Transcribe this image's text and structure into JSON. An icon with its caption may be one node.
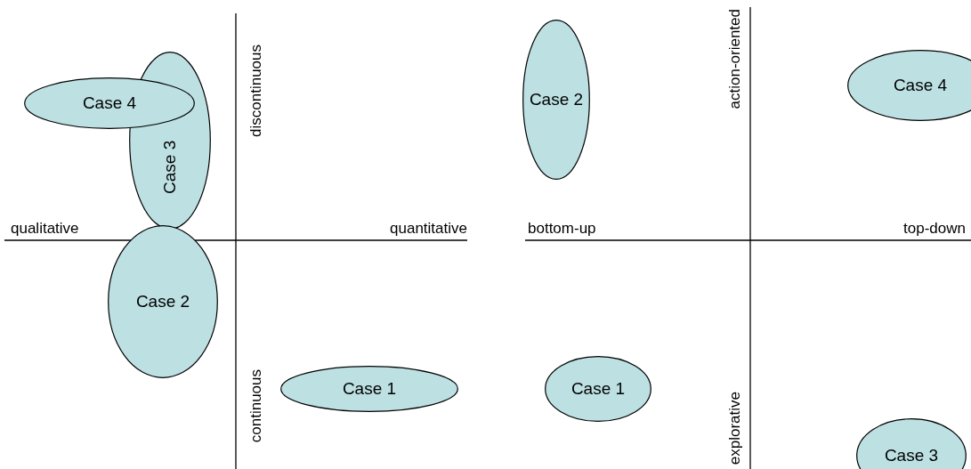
{
  "diagram": {
    "nodes": [
      {
        "text": [
          "Case 4"
        ]
      },
      {
        "text": [
          "Case 3"
        ]
      },
      {
        "text": [
          "Case 2"
        ]
      },
      {
        "text": [
          "Case 1"
        ]
      },
      {
        "text": [
          "Case 2"
        ]
      },
      {
        "text": [
          "Case 4"
        ]
      },
      {
        "text": [
          "Case 1"
        ]
      },
      {
        "text": [
          "Case 3"
        ]
      }
    ],
    "labels": [
      "discontinuous",
      "qualitative",
      "quantitative",
      "continuous",
      "action-oriented",
      "bottom-up",
      "top-down",
      "explorative"
    ]
  }
}
